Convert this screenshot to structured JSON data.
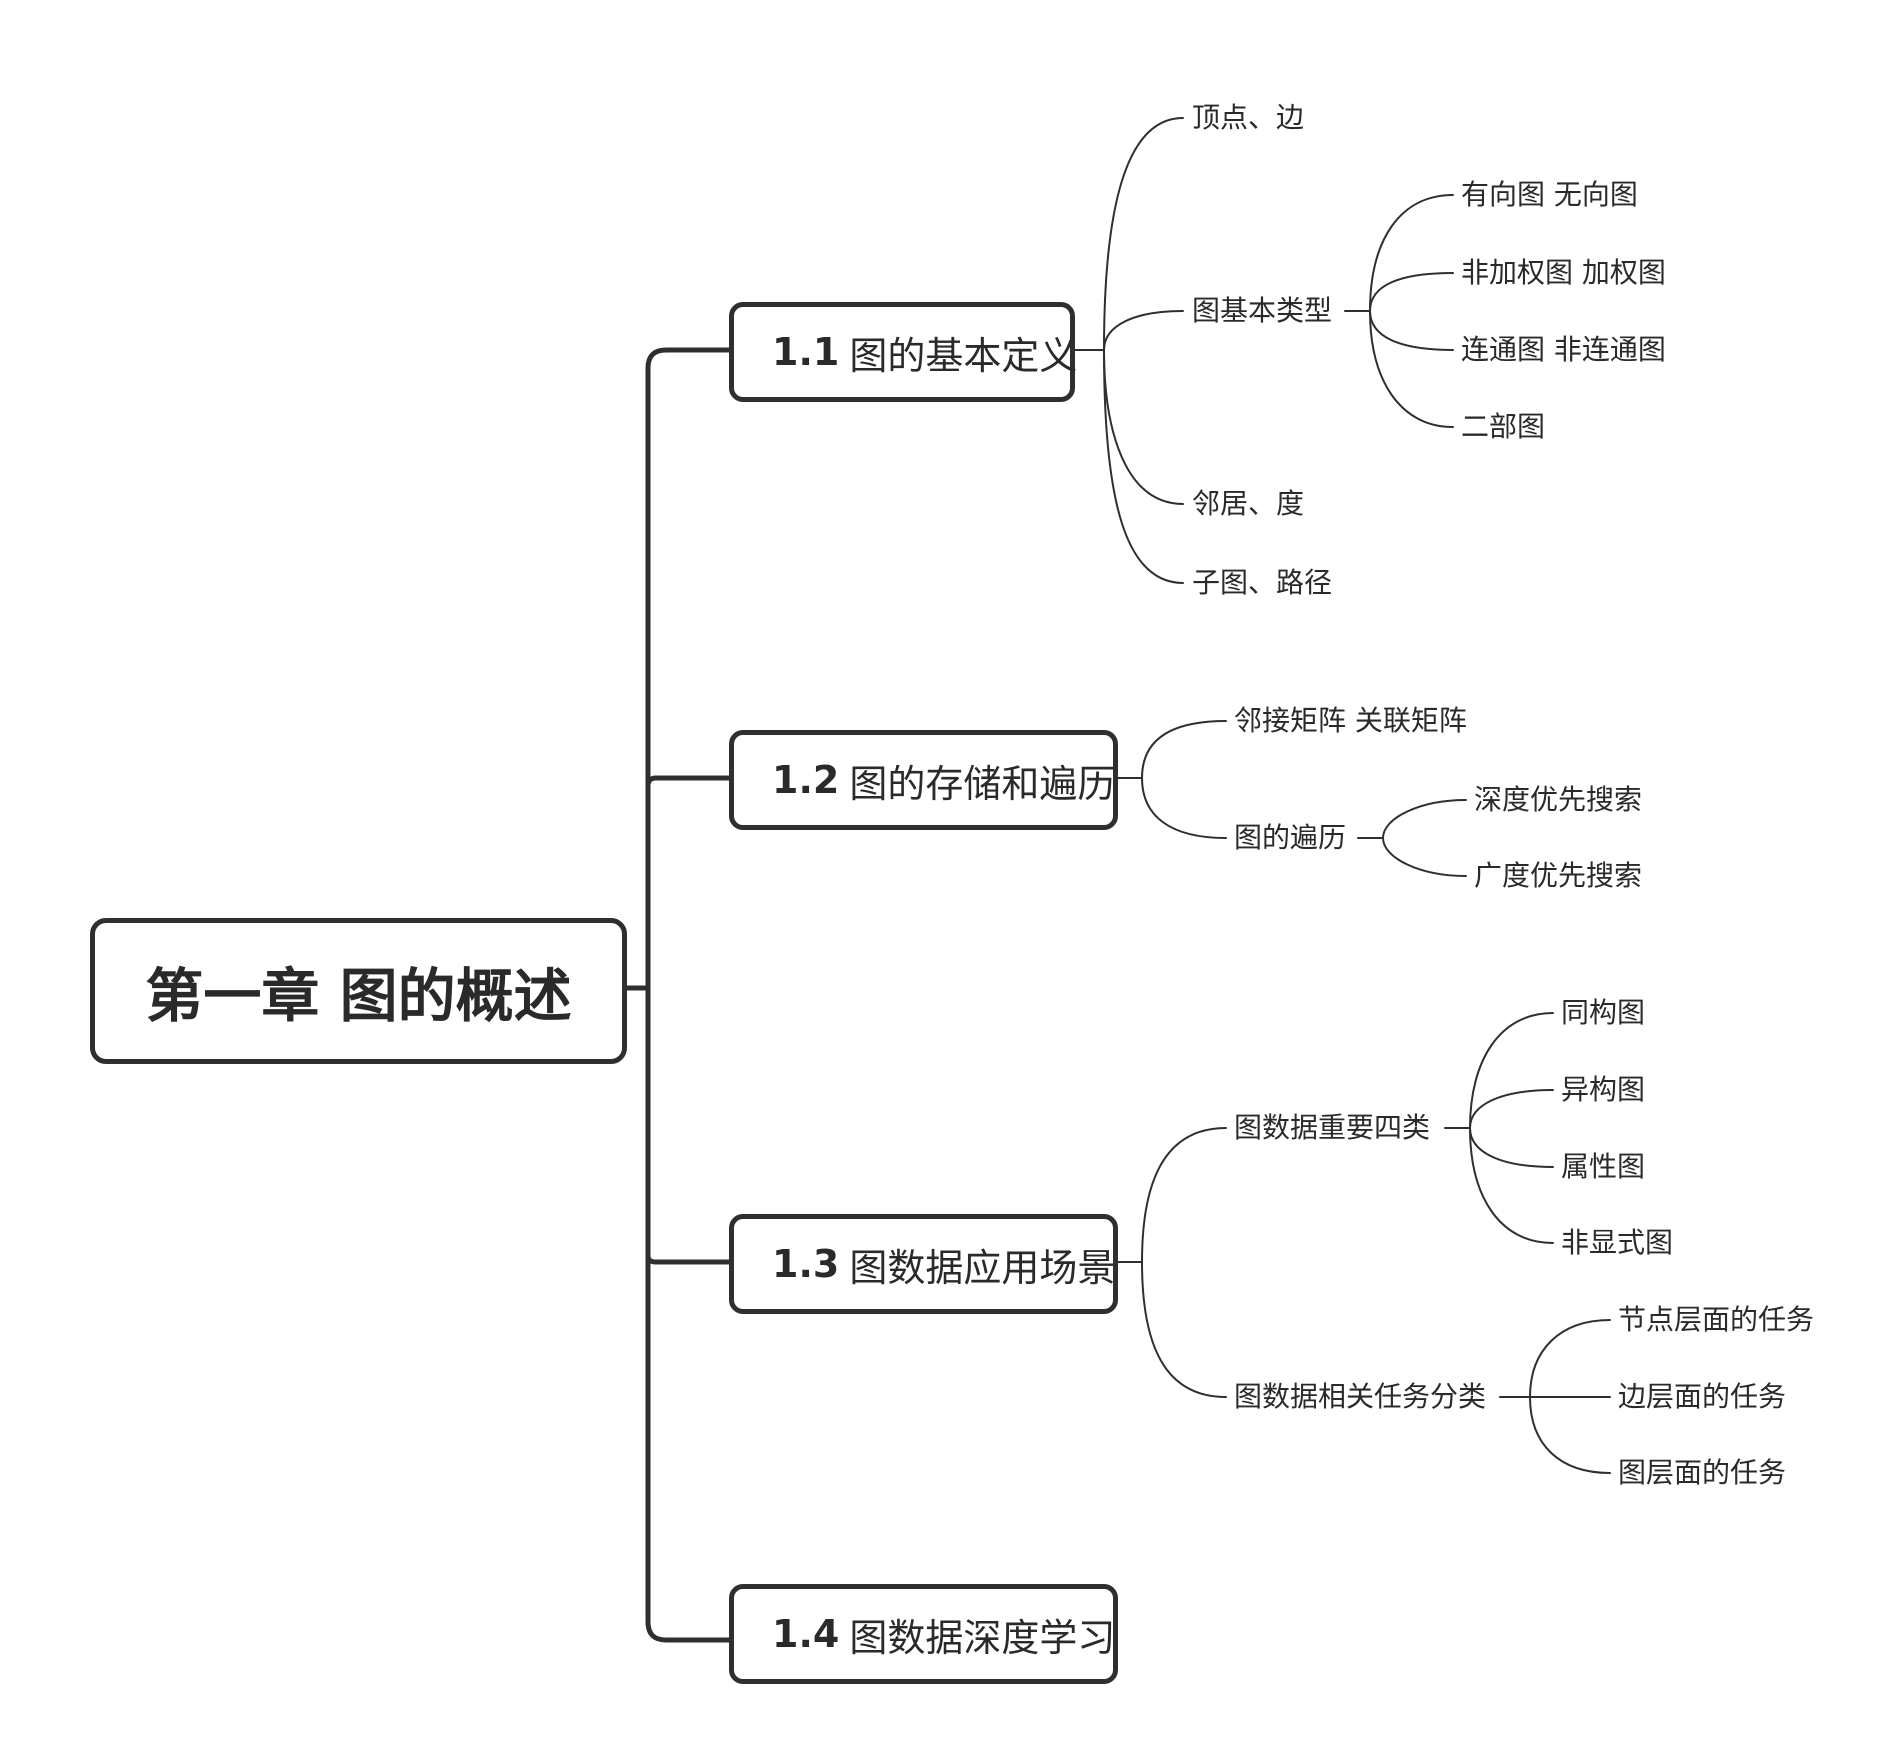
{
  "root": "第一章 图的概述",
  "sections": [
    {
      "num": "1.1",
      "title": "图的基本定义"
    },
    {
      "num": "1.2",
      "title": "图的存储和遍历"
    },
    {
      "num": "1.3",
      "title": "图数据应用场景"
    },
    {
      "num": "1.4",
      "title": "图数据深度学习"
    }
  ],
  "s1": {
    "vertex_edge": "顶点、边",
    "basic_types": "图基本类型",
    "types": [
      "有向图 无向图",
      "非加权图 加权图",
      "连通图 非连通图",
      "二部图"
    ],
    "neighbor_degree": "邻居、度",
    "subgraph_path": "子图、路径"
  },
  "s2": {
    "matrices": "邻接矩阵 关联矩阵",
    "traversal": "图的遍历",
    "traversal_items": [
      "深度优先搜索",
      "广度优先搜索"
    ]
  },
  "s3": {
    "four_types": "图数据重要四类",
    "four_items": [
      "同构图",
      "异构图",
      "属性图",
      "非显式图"
    ],
    "task_types": "图数据相关任务分类",
    "task_items": [
      "节点层面的任务",
      "边层面的任务",
      "图层面的任务"
    ]
  }
}
